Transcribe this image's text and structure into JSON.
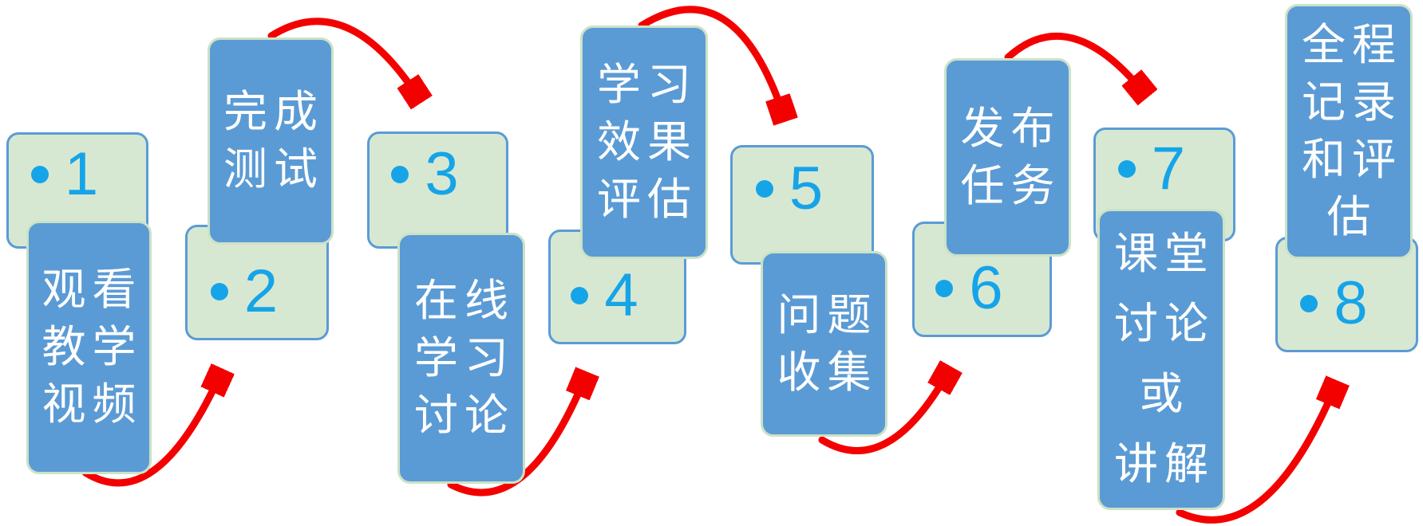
{
  "diagram_title": "",
  "colors": {
    "background": "#ffffff",
    "label_card_blue": "#5b9bd5",
    "label_card_border": "#cbe2c6",
    "number_card_green": "#d7e8d2",
    "number_card_border": "#5b9bd5",
    "number_text_blue": "#16a4e8",
    "arrow_red": "#f30000",
    "label_text": "#ffffff"
  },
  "steps": [
    {
      "number": "1",
      "label": "观看教学视频",
      "label_lines": [
        "观看",
        "教学",
        "视频"
      ]
    },
    {
      "number": "2",
      "label": "完成测试",
      "label_lines": [
        "完成",
        "测试"
      ]
    },
    {
      "number": "3",
      "label": "在线学习讨论",
      "label_lines": [
        "在线",
        "学习",
        "讨论"
      ]
    },
    {
      "number": "4",
      "label": "学习效果评估",
      "label_lines": [
        "学习",
        "效果",
        "评估"
      ]
    },
    {
      "number": "5",
      "label": "问题收集",
      "label_lines": [
        "问题",
        "收集"
      ]
    },
    {
      "number": "6",
      "label": "发布任务",
      "label_lines": [
        "发布",
        "任务"
      ]
    },
    {
      "number": "7",
      "label": "课堂讨论或讲解",
      "label_lines": [
        "课堂",
        "讨论",
        "或",
        "讲解"
      ]
    },
    {
      "number": "8",
      "label": "全程记录和评估",
      "label_lines": [
        "全程",
        "记录",
        "和评",
        "估"
      ]
    }
  ],
  "arrows": [
    {
      "from": "1",
      "to": "2"
    },
    {
      "from": "2",
      "to": "3"
    },
    {
      "from": "3",
      "to": "4"
    },
    {
      "from": "4",
      "to": "5"
    },
    {
      "from": "5",
      "to": "6"
    },
    {
      "from": "6",
      "to": "7"
    },
    {
      "from": "7",
      "to": "8"
    }
  ]
}
